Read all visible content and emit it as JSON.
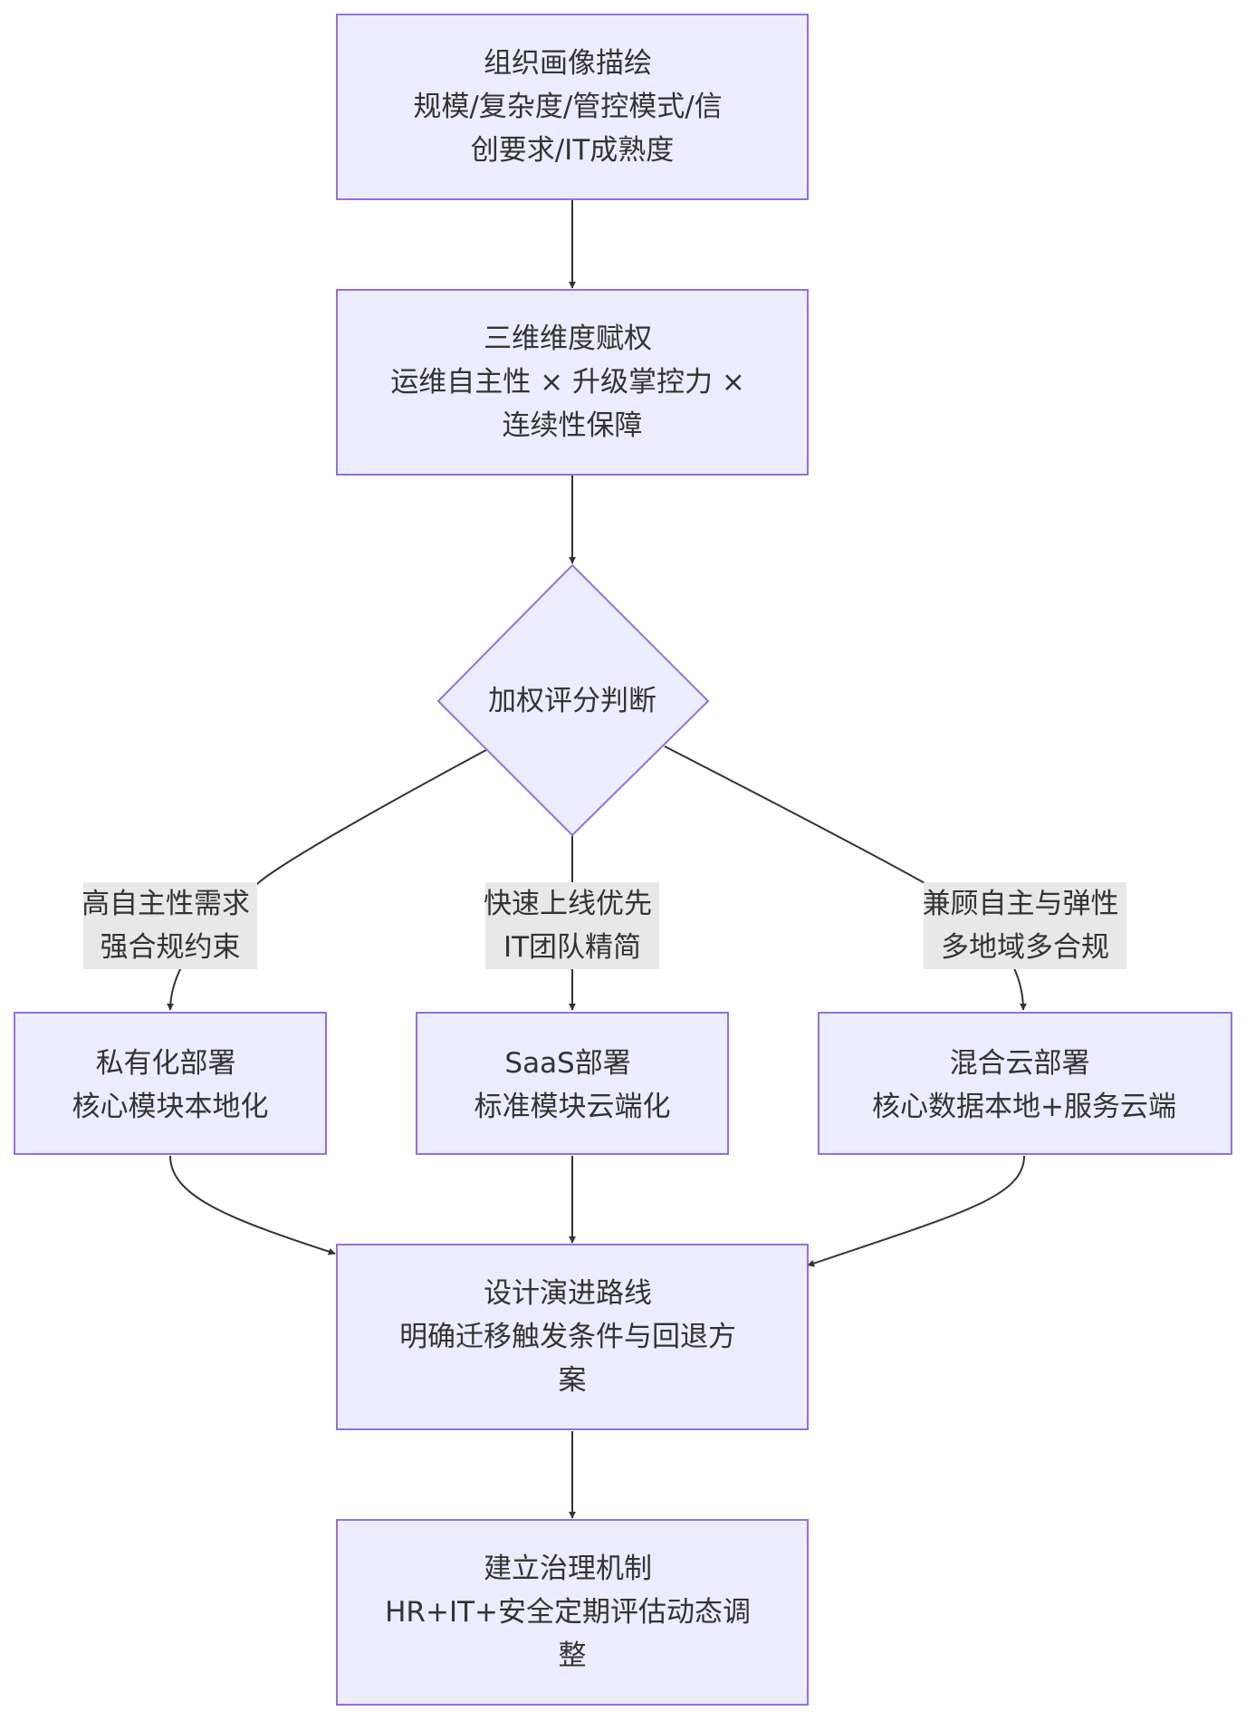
{
  "nodes": {
    "profile": {
      "lines": [
        "组织画像描绘",
        "规模/复杂度/管控模式/信",
        "创要求/IT成熟度"
      ]
    },
    "weighting": {
      "lines": [
        "三维维度赋权",
        "运维自主性 × 升级掌控力 ×",
        "连续性保障"
      ]
    },
    "decision": {
      "lines": [
        "加权评分判断"
      ]
    },
    "private": {
      "lines": [
        "私有化部署",
        "核心模块本地化"
      ]
    },
    "saas": {
      "lines": [
        "SaaS部署",
        "标准模块云端化"
      ]
    },
    "hybrid": {
      "lines": [
        "混合云部署",
        "核心数据本地+服务云端"
      ]
    },
    "roadmap": {
      "lines": [
        "设计演进路线",
        "明确迁移触发条件与回退方",
        "案"
      ]
    },
    "governance": {
      "lines": [
        "建立治理机制",
        "HR+IT+安全定期评估动态调",
        "整"
      ]
    }
  },
  "edge_labels": {
    "to_private": {
      "lines": [
        "高自主性需求",
        "强合规约束"
      ]
    },
    "to_saas": {
      "lines": [
        "快速上线优先",
        "IT团队精简"
      ]
    },
    "to_hybrid": {
      "lines": [
        "兼顾自主与弹性",
        "多地域多合规"
      ]
    }
  }
}
